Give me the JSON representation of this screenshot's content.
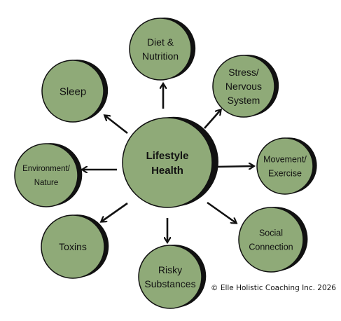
{
  "center": {
    "lines": [
      "Lifestyle",
      "Health"
    ]
  },
  "nodes": [
    {
      "id": "diet-nutrition",
      "lines": [
        "Diet &",
        "Nutrition"
      ]
    },
    {
      "id": "stress-nervous-system",
      "lines": [
        "Stress/",
        "Nervous",
        "System"
      ]
    },
    {
      "id": "movement-exercise",
      "lines": [
        "Movement/",
        "Exercise"
      ]
    },
    {
      "id": "social-connection",
      "lines": [
        "Social",
        "Connection"
      ]
    },
    {
      "id": "risky-substances",
      "lines": [
        "Risky",
        "Substances"
      ]
    },
    {
      "id": "toxins",
      "lines": [
        "Toxins"
      ]
    },
    {
      "id": "environment-nature",
      "lines": [
        "Environment/",
        "Nature"
      ]
    },
    {
      "id": "sleep",
      "lines": [
        "Sleep"
      ]
    }
  ],
  "copyright": "© Elle Holistic Coaching Inc. 2026",
  "colors": {
    "fill": "#8faa78",
    "outline": "#111111",
    "shadow": "#111111",
    "arrow": "#111111"
  }
}
